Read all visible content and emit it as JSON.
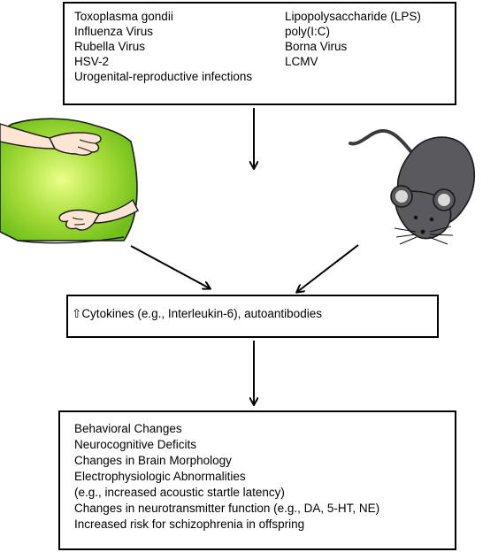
{
  "causes": {
    "left_column": [
      "Toxoplasma gondii",
      "Influenza Virus",
      "Rubella Virus",
      "HSV-2",
      "Urogenital-reproductive infections"
    ],
    "right_column": [
      "Lipopolysaccharide (LPS)",
      "poly(I:C)",
      "Borna Virus",
      "LCMV"
    ]
  },
  "mediators": {
    "arrow_symbol": "⇧",
    "text": "Cytokines (e.g., Interleukin-6), autoantibodies"
  },
  "outcomes": {
    "items": [
      "Behavioral Changes",
      "Neurocognitive Deficits",
      "Changes in Brain Morphology",
      "Electrophysiologic Abnormalities",
      "(e.g., increased acoustic startle latency)",
      "Changes in neurotransmitter function (e.g., DA, 5-HT, NE)",
      "Increased risk for schizophrenia in offspring"
    ]
  },
  "icons": {
    "human": "pregnant-belly-icon",
    "animal": "mouse-icon"
  },
  "colors": {
    "belly_light": "#e8ff80",
    "belly_dark": "#6fbe1a",
    "skin": "#fde4d3",
    "mouse_body": "#5a5a5e",
    "mouse_ear": "#d9d9d9"
  }
}
